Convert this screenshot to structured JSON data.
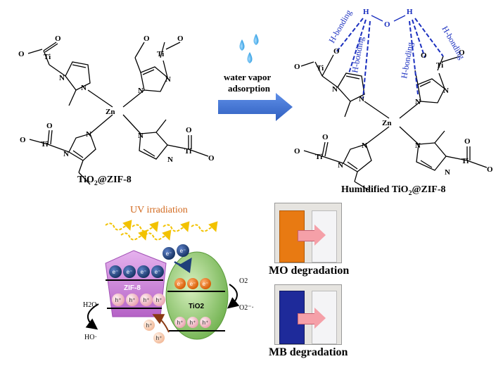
{
  "top": {
    "left_label_prefix": "TiO",
    "left_label_sub": "2",
    "left_label_suffix": "@ZIF-8",
    "right_label_prefix": "Humidified TiO",
    "right_label_sub": "2",
    "right_label_suffix": "@ZIF-8",
    "arrow_line1": "water vapor",
    "arrow_line2": "adsorption",
    "atoms": {
      "zn": "Zn",
      "ti": "Ti",
      "n": "N",
      "o": "O",
      "h": "H"
    },
    "hbond": "H-bonding"
  },
  "bottom": {
    "uv": "UV irradiation",
    "zif": "ZIF-8",
    "tio2": "TiO2",
    "electron": "e⁻",
    "hole": "h⁺",
    "water": "H2O",
    "hydroxyl": "HO·",
    "oxygen": "O2",
    "superoxide": "O2⁻·",
    "mo": "MO degradation",
    "mb": "MB degradation"
  },
  "colors": {
    "arrow": "#3f6fcf",
    "hbond": "#1a2fbf",
    "zif": "#c77ad6",
    "tio2": "#8fcf6a",
    "electron": "#1f3f7a",
    "electron_orange": "#e0701a",
    "hole": "#f1b9c2",
    "mo_solution": "#e87a12",
    "mb_solution": "#1e2a9a"
  }
}
